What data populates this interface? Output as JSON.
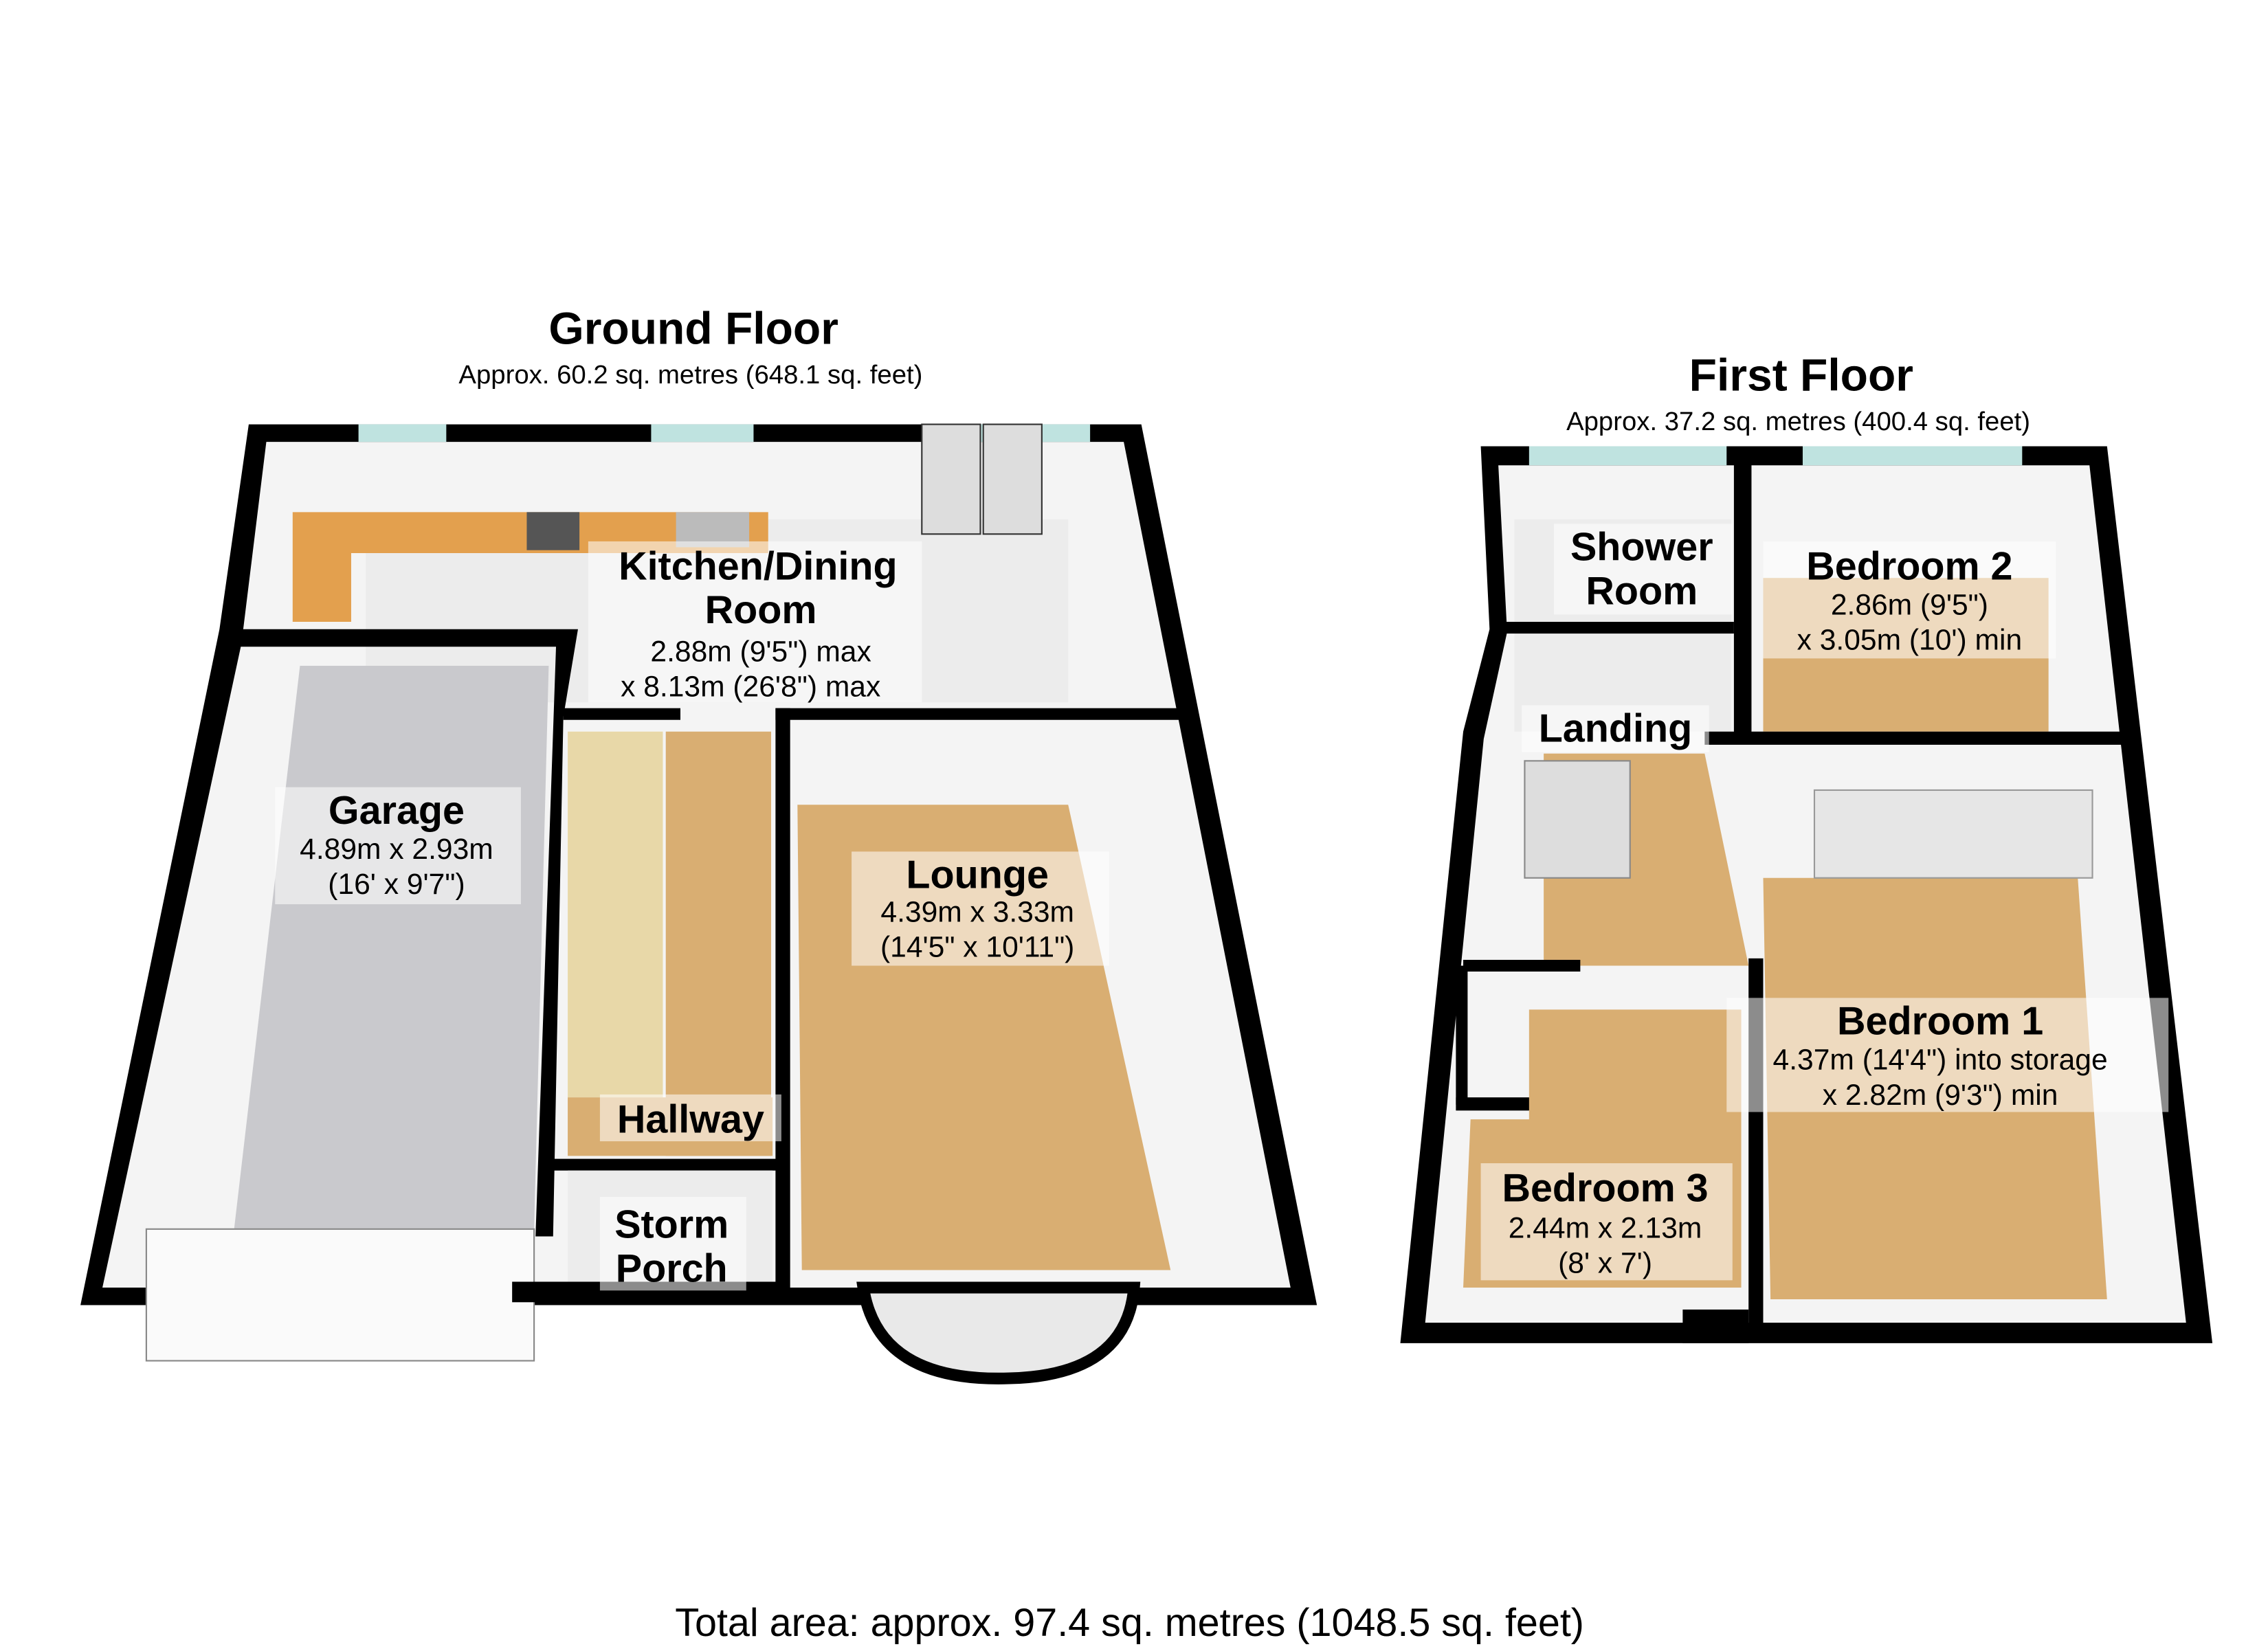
{
  "ground_floor": {
    "title": "Ground Floor",
    "area": "Approx. 60.2 sq. metres (648.1 sq. feet)",
    "rooms": {
      "kitchen": {
        "name1": "Kitchen/Dining",
        "name2": "Room",
        "dim1": "2.88m (9'5\") max",
        "dim2": "x 8.13m (26'8\") max"
      },
      "garage": {
        "name": "Garage",
        "dim1": "4.89m x 2.93m",
        "dim2": "(16' x 9'7\")"
      },
      "lounge": {
        "name": "Lounge",
        "dim1": "4.39m x 3.33m",
        "dim2": "(14'5\" x 10'11\")"
      },
      "hallway": {
        "name": "Hallway"
      },
      "porch": {
        "name1": "Storm",
        "name2": "Porch"
      }
    }
  },
  "first_floor": {
    "title": "First Floor",
    "area": "Approx. 37.2 sq. metres (400.4 sq. feet)",
    "rooms": {
      "shower": {
        "name1": "Shower",
        "name2": "Room"
      },
      "bedroom2": {
        "name": "Bedroom 2",
        "dim1": "2.86m (9'5\")",
        "dim2": "x 3.05m (10') min"
      },
      "landing": {
        "name": "Landing"
      },
      "bedroom1": {
        "name": "Bedroom 1",
        "dim1": "4.37m (14'4\") into storage",
        "dim2": "x 2.82m (9'3\") min"
      },
      "bedroom3": {
        "name": "Bedroom 3",
        "dim1": "2.44m x 2.13m",
        "dim2": "(8' x 7')"
      }
    }
  },
  "total_area": "Total area: approx. 97.4 sq. metres (1048.5 sq. feet)"
}
